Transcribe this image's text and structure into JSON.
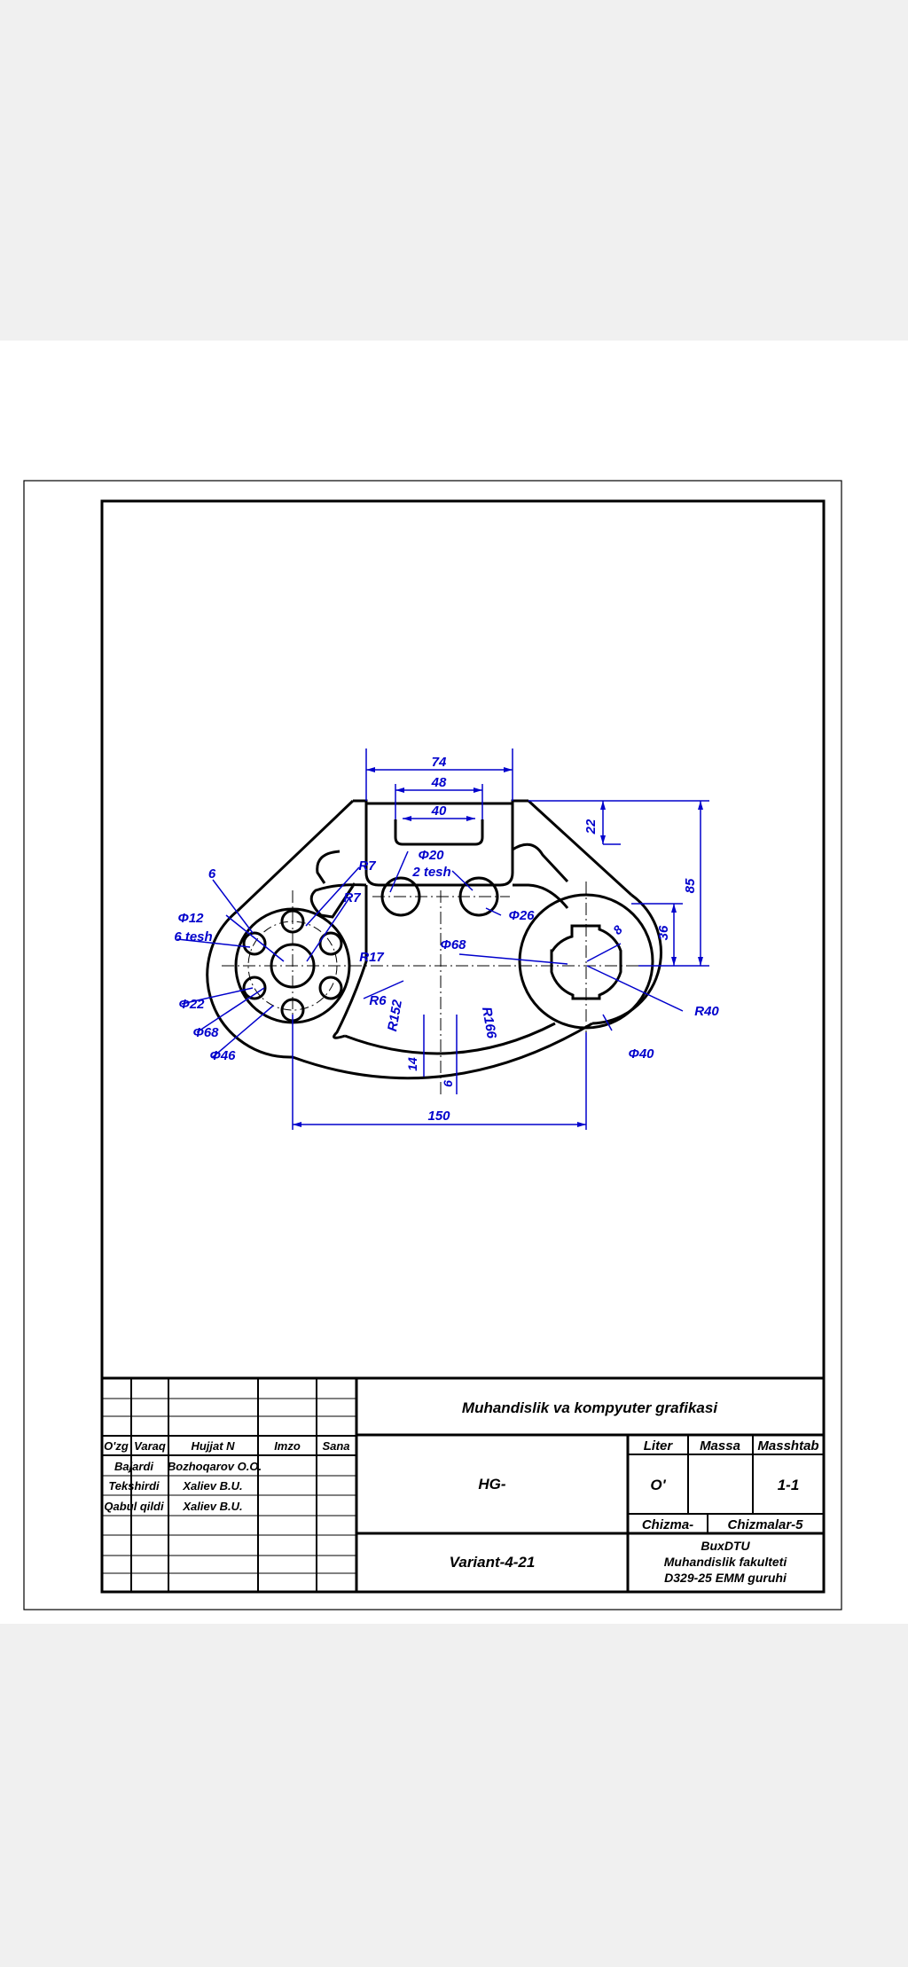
{
  "colors": {
    "viewer_background": "#f0f0f0",
    "sheet": "#ffffff",
    "outline": "#000000",
    "dimension": "#0000cc"
  },
  "drawing": {
    "dimensions": {
      "d74": "74",
      "d48": "48",
      "d40": "40",
      "d22": "22",
      "d85": "85",
      "d36": "36",
      "d8": "8",
      "phi20": "Φ20",
      "tesh2": "2 tesh",
      "phi26": "Φ26",
      "phi68_center": "Φ68",
      "r7_a": "R7",
      "r7_b": "R7",
      "r17": "R17",
      "r6": "R6",
      "r152": "R152",
      "r166": "R166",
      "d6_left": "6",
      "phi12": "Φ12",
      "tesh6": "6 tesh",
      "phi22": "Φ22",
      "phi68_left": "Φ68",
      "phi46": "Φ46",
      "r40": "R40",
      "phi40": "Φ40",
      "d14": "14",
      "d6_bottom": "6",
      "d150": "150"
    }
  },
  "title_block": {
    "title": "Muhandislik va kompyuter grafikasi",
    "code": "HG-",
    "variant": "Variant-4-21",
    "headers": {
      "liter": "Liter",
      "massa": "Massa",
      "masshtab": "Masshtab"
    },
    "liter_value": "O'",
    "masshtab_value": "1-1",
    "sheet": "Chizma-",
    "sheets": "Chizmalar-5",
    "org_line1": "BuxDTU",
    "org_line2": "Muhandislik fakulteti",
    "org_line3": "D329-25 EMM guruhi",
    "col_headers": {
      "change": "O'zg",
      "sheet": "Varaq",
      "doc": "Hujjat N",
      "sign": "Imzo",
      "date": "Sana"
    },
    "rows": [
      {
        "role": "Bajardi",
        "name": "Bozhoqarov O.O."
      },
      {
        "role": "Tekshirdi",
        "name": "Xaliev B.U."
      },
      {
        "role": "Qabul qildi",
        "name": "Xaliev B.U."
      }
    ]
  }
}
